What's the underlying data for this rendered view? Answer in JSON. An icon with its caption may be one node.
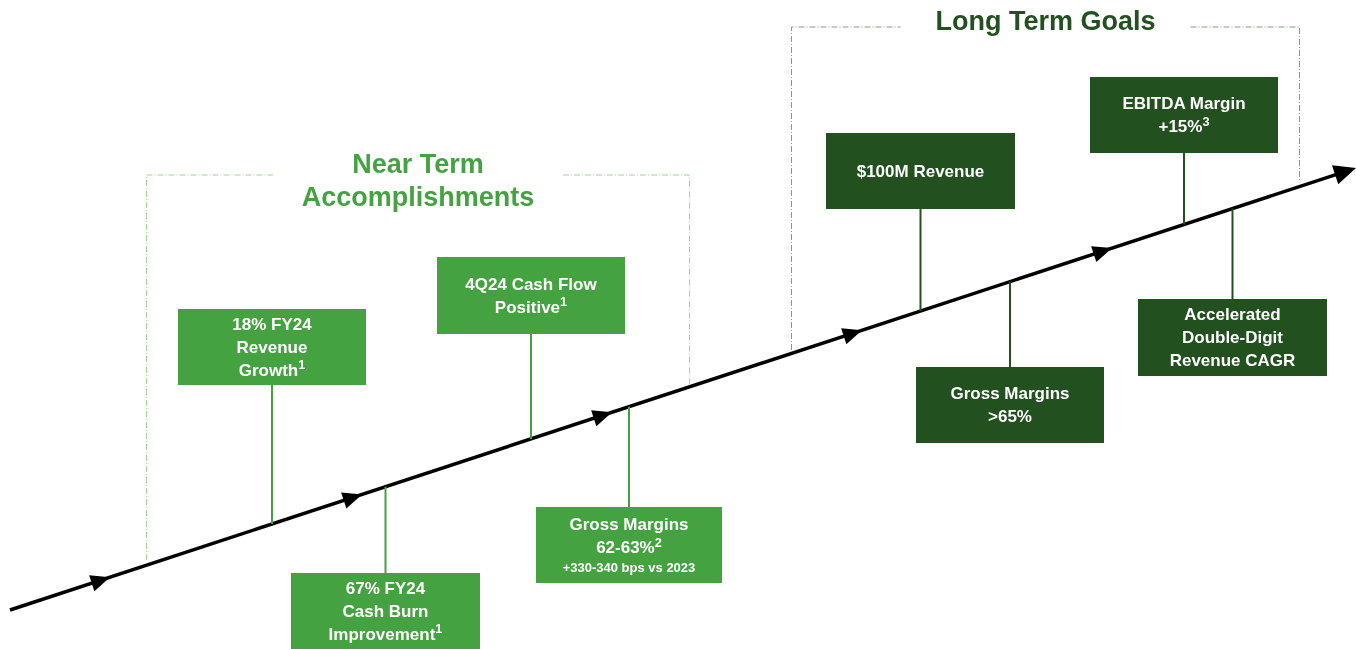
{
  "diagram": {
    "nodes": [
      {
        "text": [
          "Near Term Accomplishments"
        ]
      },
      {
        "text": [
          "18% FY24 Revenue Growth$^{1}$"
        ],
        "in": 0
      },
      {
        "text": [
          "67% FY24 Cash Burn Improvement$^{1}$"
        ]
      },
      {
        "text": [
          "4Q24 Cash Flow Positive$^{1}$"
        ],
        "in": 0
      },
      {
        "text": [
          "Gross Margins 62-63%$^{2}$",
          "+330-340 bps vs 2023"
        ]
      },
      {
        "text": [
          "Long Term Goals"
        ]
      },
      {
        "text": [
          "$100M Revenue"
        ],
        "in": 5
      },
      {
        "text": [
          "Gross Margins >65%"
        ]
      },
      {
        "text": [
          "EBITDA Margin +15%$^{3}$"
        ],
        "in": 5
      },
      {
        "text": [
          "Accelerated Double-Digit Revenue CAGR"
        ]
      }
    ],
    "edges": [
      {
        "from": 1,
        "to": null,
        "arrow": "none"
      },
      {
        "from": 2,
        "to": null,
        "arrow": "none"
      },
      {
        "from": 3,
        "to": null,
        "arrow": "none"
      },
      {
        "from": 4,
        "to": null,
        "arrow": "none"
      },
      {
        "from": 6,
        "to": null,
        "arrow": "none",
        "color": "#22501f"
      },
      {
        "from": 7,
        "to": null,
        "arrow": "none",
        "color": "#22501f"
      },
      {
        "from": 8,
        "to": null,
        "arrow": "none",
        "color": "#22501f"
      },
      {
        "from": 9,
        "to": null,
        "arrow": "none",
        "color": "#22501f"
      }
    ]
  }
}
